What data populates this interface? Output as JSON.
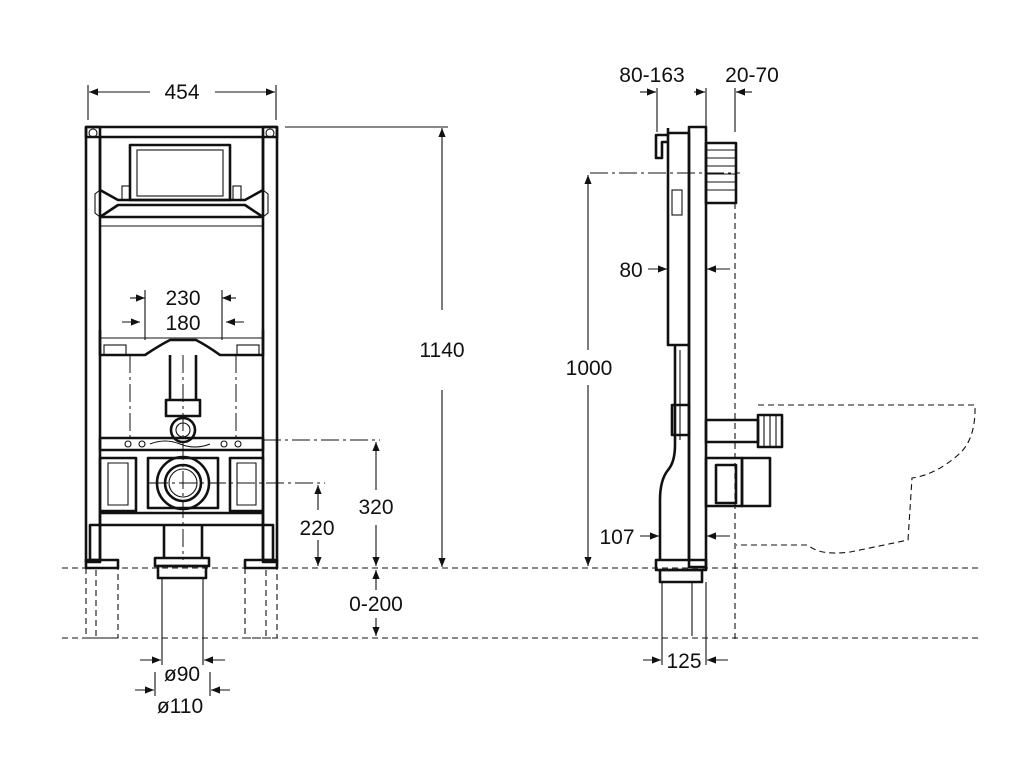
{
  "dimensions": {
    "front_width": "454",
    "front_height": "1140",
    "bolt_outer_spacing": "230",
    "bolt_inner_spacing": "180",
    "outlet_height": "320",
    "inlet_height": "220",
    "floor_adjust": "0-200",
    "pipe_d_small": "ø90",
    "pipe_d_large": "ø110",
    "side_top_left": "80-163",
    "side_top_right": "20-70",
    "side_height": "1000",
    "side_80": "80",
    "side_107": "107",
    "side_125": "125"
  }
}
